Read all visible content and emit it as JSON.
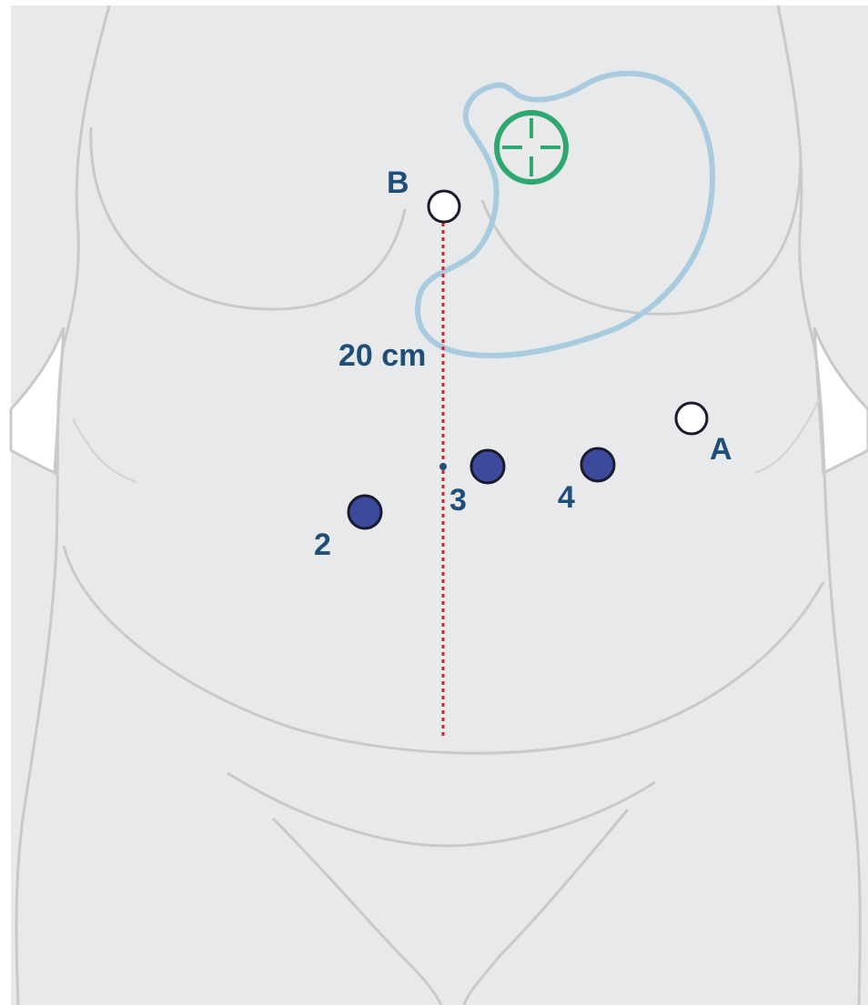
{
  "diagram": {
    "colors": {
      "background": "#ffffff",
      "body_fill": "#e8e9ea",
      "body_outline": "#c9c9c9",
      "stomach_outline": "#a8cbe0",
      "target_marker": "#2ea86e",
      "port_filled": "#3b4a9a",
      "port_outline": "#1a1a2e",
      "port_open": "#ffffff",
      "measure_line": "#d81e2a",
      "label_text": "#1f4e79"
    },
    "measurement": {
      "label": "20 cm",
      "value": 20,
      "unit": "cm"
    },
    "ports": [
      {
        "id": "B",
        "label": "B",
        "style": "open"
      },
      {
        "id": "A",
        "label": "A",
        "style": "open"
      },
      {
        "id": "2",
        "label": "2",
        "style": "filled"
      },
      {
        "id": "3",
        "label": "3",
        "style": "filled"
      },
      {
        "id": "4",
        "label": "4",
        "style": "filled"
      }
    ],
    "icons": {
      "target": "crosshair-target-icon",
      "organ": "stomach-outline"
    }
  }
}
